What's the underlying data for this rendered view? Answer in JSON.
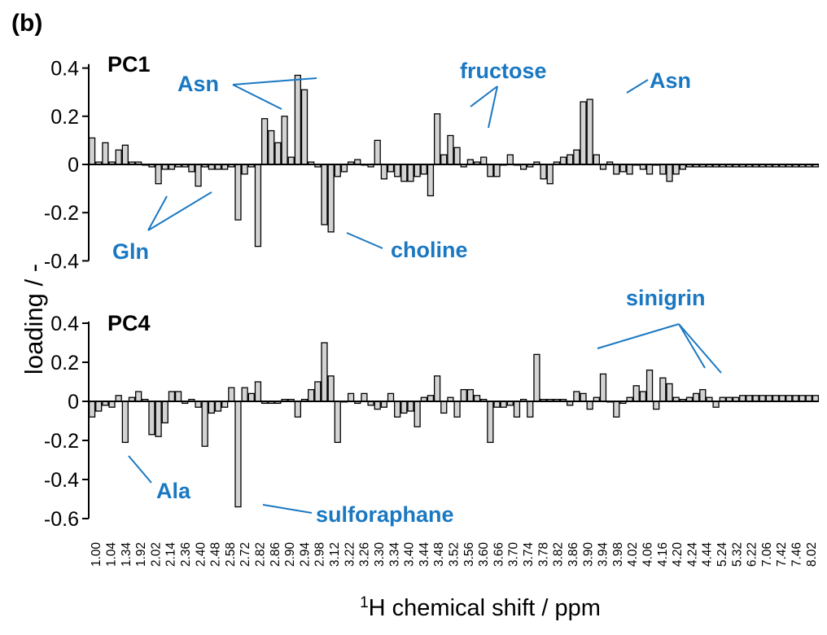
{
  "figure": {
    "panel_label": "(b)",
    "y_axis_label": "loading / -",
    "x_axis_label_sup": "1",
    "x_axis_label": "H chemical shift / ppm",
    "annotation_color": "#1a78c2",
    "bar_fill": "#d3d3d3",
    "bar_stroke": "#000000"
  },
  "chart_data": [
    {
      "type": "bar",
      "title": "PC1",
      "ylim": [
        -0.4,
        0.45
      ],
      "yticks": [
        0.4,
        0.2,
        0,
        -0.2,
        -0.4
      ],
      "ytick_labels": [
        "0.4",
        "0.2",
        "0",
        "-0.2",
        "-0.4"
      ],
      "x_tick_labels": [
        "1.00",
        "1.04",
        "1.34",
        "1.92",
        "2.02",
        "2.14",
        "2.36",
        "2.40",
        "2.48",
        "2.58",
        "2.72",
        "2.82",
        "2.86",
        "2.90",
        "2.94",
        "2.98",
        "3.12",
        "3.22",
        "3.26",
        "3.30",
        "3.34",
        "3.40",
        "3.44",
        "3.48",
        "3.52",
        "3.56",
        "3.60",
        "3.66",
        "3.70",
        "3.74",
        "3.78",
        "3.82",
        "3.86",
        "3.90",
        "3.94",
        "3.98",
        "4.02",
        "4.06",
        "4.16",
        "4.20",
        "4.24",
        "4.44",
        "5.24",
        "5.32",
        "6.22",
        "7.06",
        "7.42",
        "7.46",
        "8.02"
      ],
      "values": [
        0.11,
        0.01,
        0.09,
        0.01,
        0.06,
        0.08,
        0.01,
        0.01,
        0.0,
        -0.01,
        -0.08,
        -0.02,
        -0.02,
        -0.01,
        -0.01,
        -0.03,
        -0.09,
        -0.01,
        -0.02,
        -0.02,
        -0.02,
        -0.01,
        -0.23,
        -0.04,
        -0.01,
        -0.34,
        0.19,
        0.14,
        0.09,
        0.2,
        0.03,
        0.37,
        0.31,
        0.01,
        -0.01,
        -0.25,
        -0.28,
        -0.05,
        -0.03,
        0.01,
        0.02,
        0.0,
        -0.01,
        0.1,
        -0.06,
        -0.03,
        -0.05,
        -0.07,
        -0.07,
        -0.05,
        -0.04,
        -0.13,
        0.21,
        0.04,
        0.12,
        0.07,
        -0.01,
        0.02,
        0.01,
        0.03,
        -0.05,
        -0.05,
        0.0,
        0.04,
        0.0,
        -0.02,
        -0.01,
        0.01,
        -0.06,
        -0.08,
        0.01,
        0.03,
        0.04,
        0.06,
        0.26,
        0.27,
        0.04,
        -0.02,
        0.01,
        -0.04,
        -0.03,
        -0.04,
        0.0,
        -0.02,
        -0.04,
        0.0,
        -0.04,
        -0.07,
        -0.04,
        -0.02,
        -0.01,
        -0.01,
        -0.01,
        -0.01,
        -0.01,
        -0.01,
        -0.01,
        -0.01,
        -0.01,
        -0.01,
        -0.01,
        -0.01,
        -0.01,
        -0.01,
        -0.01,
        -0.01,
        -0.01,
        -0.01,
        -0.01,
        -0.01
      ],
      "annotations": [
        {
          "text": "Asn",
          "bars": [
            30,
            36
          ]
        },
        {
          "text": "fructose",
          "bars": [
            52,
            55
          ]
        },
        {
          "text": "Asn",
          "bars": [
            75
          ]
        },
        {
          "text": "Gln",
          "bars": [
            10,
            20
          ]
        },
        {
          "text": "choline",
          "bars": [
            36
          ]
        }
      ]
    },
    {
      "type": "bar",
      "title": "PC4",
      "ylim": [
        -0.6,
        0.45
      ],
      "yticks": [
        0.4,
        0.2,
        0,
        -0.2,
        -0.4,
        -0.6
      ],
      "ytick_labels": [
        "0.4",
        "0.2",
        "0",
        "-0.2",
        "-0.4",
        "-0.6"
      ],
      "values": [
        -0.08,
        -0.05,
        -0.02,
        -0.03,
        0.03,
        -0.21,
        0.02,
        0.05,
        0.01,
        -0.17,
        -0.18,
        -0.11,
        0.05,
        0.05,
        -0.01,
        0.01,
        -0.03,
        -0.23,
        -0.06,
        -0.05,
        -0.03,
        0.07,
        -0.54,
        0.07,
        0.04,
        0.1,
        -0.01,
        -0.01,
        -0.01,
        0.01,
        0.01,
        -0.08,
        0.01,
        0.06,
        0.1,
        0.3,
        0.13,
        -0.21,
        0.0,
        0.04,
        -0.01,
        0.04,
        -0.02,
        -0.04,
        -0.03,
        0.04,
        -0.08,
        -0.06,
        -0.05,
        -0.13,
        0.02,
        0.03,
        0.13,
        -0.06,
        0.02,
        -0.08,
        0.06,
        0.06,
        0.03,
        0.01,
        -0.21,
        -0.03,
        -0.03,
        -0.02,
        -0.08,
        0.01,
        -0.08,
        0.24,
        0.01,
        0.01,
        0.01,
        0.01,
        -0.02,
        0.05,
        0.04,
        -0.04,
        0.02,
        0.14,
        0.0,
        -0.08,
        -0.01,
        0.02,
        0.08,
        0.05,
        0.16,
        -0.04,
        0.12,
        0.09,
        0.02,
        0.01,
        0.02,
        0.04,
        0.06,
        0.02,
        -0.03,
        0.02,
        0.02,
        0.02,
        0.03,
        0.03,
        0.03,
        0.03,
        0.03,
        0.03,
        0.03,
        0.03,
        0.03,
        0.03,
        0.03,
        0.03
      ],
      "annotations": [
        {
          "text": "sinigrin",
          "bars": [
            67,
            84,
            87
          ]
        },
        {
          "text": "Ala",
          "bars": [
            5
          ]
        },
        {
          "text": "sulforaphane",
          "bars": [
            22
          ]
        }
      ]
    }
  ]
}
